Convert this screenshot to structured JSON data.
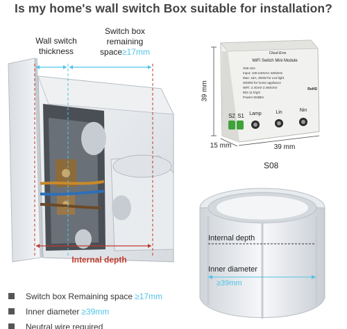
{
  "title": "Is my home's wall switch Box suitable for installation?",
  "left_labels": {
    "wall_switch_thickness": [
      "Wall switch",
      "thickness"
    ],
    "box_remaining_line1": "Switch box",
    "box_remaining_line2": "remaining",
    "box_remaining_line3_prefix": "space",
    "box_remaining_value": "≥17mm",
    "internal_depth": "Internal depth"
  },
  "module": {
    "brand": "Cloud Eros",
    "name": "WiFi Switch Mini Module",
    "specs": [
      "S06-16A",
      "Input: 100-240VAC 50/60Hz",
      "Max: 16A, 300W for Led light",
      "3000W for home appliance",
      "WiFi: 2.4GHz-2.484GHz",
      "802.11 b/g/n",
      "Power<20dBm"
    ],
    "terminals": [
      "S2",
      "S1",
      "Lamp",
      "Lin",
      "Nin"
    ],
    "rohs": "RoHS",
    "dim_height": "39 mm",
    "dim_depth": "15 mm",
    "dim_width": "39 mm",
    "model": "S08"
  },
  "box_labels": {
    "internal_depth": "Internal depth",
    "inner_diameter": "Inner diameter",
    "inner_diameter_value": "≥39mm"
  },
  "bullets": [
    {
      "text": "Switch box Remaining space",
      "value": "≥17mm"
    },
    {
      "text": "Inner diameter",
      "value": "≥39mm"
    },
    {
      "text": "Neutral wire required",
      "value": ""
    }
  ],
  "colors": {
    "accent": "#4fc3e8",
    "red": "#c0392b",
    "title": "#444444"
  }
}
